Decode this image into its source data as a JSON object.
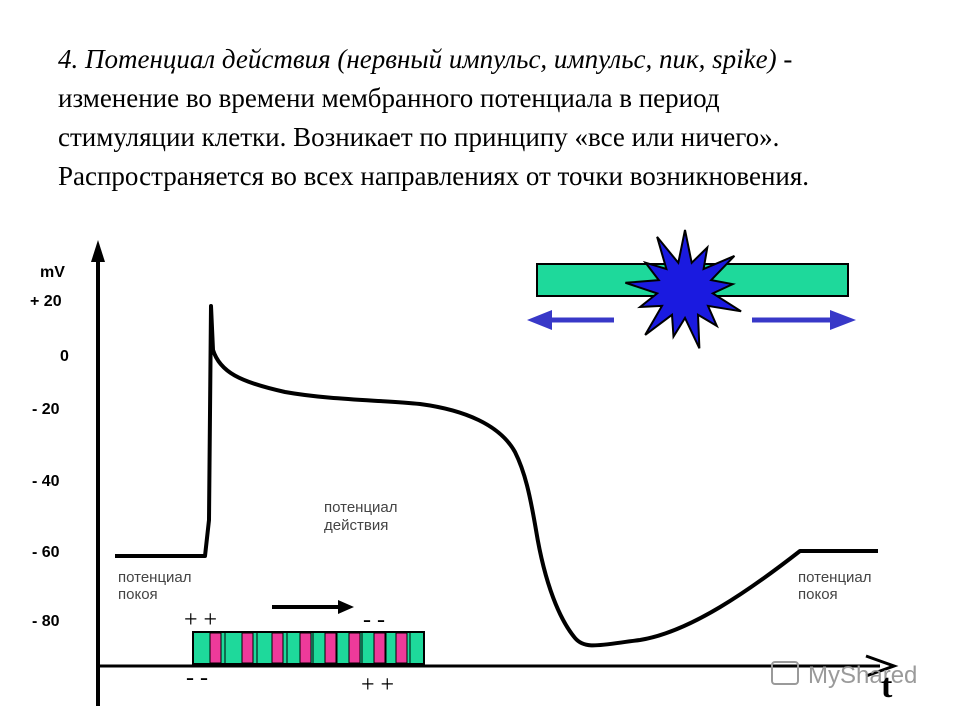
{
  "slide": {
    "heading_italic": "4. Потенциал действия  (нервный импульс, импульс, пик, spike)",
    "heading_rest": " - изменение во времени мембранного потенциала в период стимуляции клетки.  Возникает по принципу «все или ничего». Распространяется во всех направлениях от точки возникновения."
  },
  "chart_data": {
    "type": "line",
    "ylabel": "mV",
    "xlabel": "t",
    "y_ticks": [
      "+ 20",
      "0",
      "- 20",
      "- 40",
      "- 60",
      "- 80"
    ],
    "annotations": {
      "resting_left": [
        "потенциал",
        "покоя"
      ],
      "action": [
        "потенциал",
        "действия"
      ],
      "resting_right": [
        "потенциал",
        "покоя"
      ]
    }
  },
  "membrane": {
    "top_left_signs": "+ +",
    "top_right_signs": "-  -",
    "bottom_left_signs": "-  -",
    "bottom_right_signs": "+ +",
    "colors": {
      "green": "#1ed99b",
      "pink": "#ee3a9a"
    }
  },
  "propagation": {
    "bar_color": "#1ed99b",
    "star_color": "#1a1ae0",
    "arrow_color": "#3838c8"
  },
  "watermark": "MyShared"
}
